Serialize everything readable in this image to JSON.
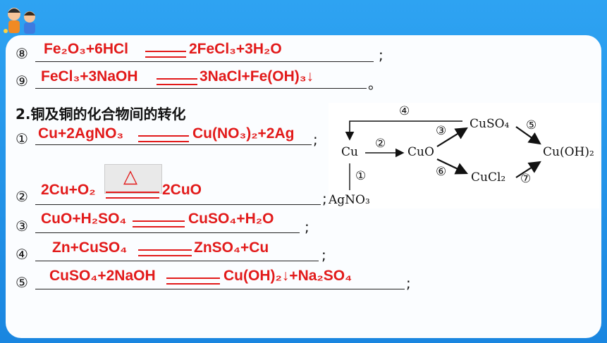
{
  "items": [
    {
      "num": "⑧",
      "eq": "Fe₂O₃+6HCl",
      "mid": "2FeCl₃+3H₂O",
      "tail": ";"
    },
    {
      "num": "⑨",
      "eq": "FeCl₃+3NaOH",
      "mid": "3NaCl+Fe(OH)₃↓",
      "tail": "。"
    }
  ],
  "section_title": "2.铜及铜的化合物间的转化",
  "reactions": [
    {
      "num": "①",
      "left": "Cu+2AgNO₃",
      "right": "Cu(NO₃)₂+2Ag",
      "tail": ";"
    },
    {
      "num": "②",
      "left": "2Cu+O₂",
      "condition": "△",
      "right": "2CuO",
      "tail": ";"
    },
    {
      "num": "③",
      "left": "CuO+H₂SO₄",
      "right": "CuSO₄+H₂O",
      "tail": ";"
    },
    {
      "num": "④",
      "left": "Zn+CuSO₄",
      "right": "ZnSO₄+Cu",
      "tail": ";"
    },
    {
      "num": "⑤",
      "left": "CuSO₄+2NaOH",
      "right": "Cu(OH)₂↓+Na₂SO₄",
      "tail": ";"
    }
  ],
  "diagram": {
    "nodes": {
      "cu": "Cu",
      "cuo": "CuO",
      "cuso4": "CuSO₄",
      "cucl2": "CuCl₂",
      "cuoh2": "Cu(OH)₂",
      "agno3": "AgNO₃"
    },
    "labels": {
      "l1": "①",
      "l2": "②",
      "l3": "③",
      "l4": "④",
      "l5": "⑤",
      "l6": "⑥",
      "l7": "⑦"
    }
  },
  "colors": {
    "accent": "#e21a1a",
    "background": "#1a8fe6",
    "card": "#fbfdff"
  }
}
